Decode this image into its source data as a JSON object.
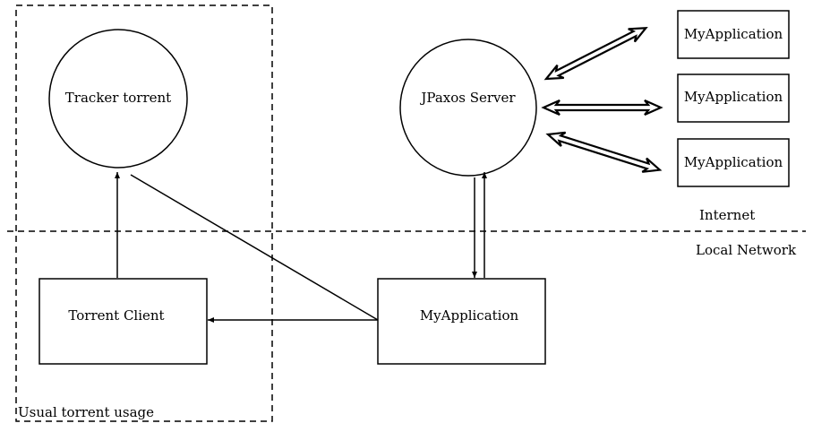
{
  "nodes": {
    "tracker": "Tracker torrent",
    "jpaxos": "JPaxos Server",
    "torrent_client": "Torrent Client",
    "local_app": "MyApplication",
    "remote_apps": [
      "MyApplication",
      "MyApplication",
      "MyApplication"
    ]
  },
  "labels": {
    "internet": "Internet",
    "local_network": "Local Network",
    "usual_torrent_usage": "Usual torrent usage"
  },
  "colors": {
    "stroke": "#000000",
    "background": "#ffffff"
  }
}
